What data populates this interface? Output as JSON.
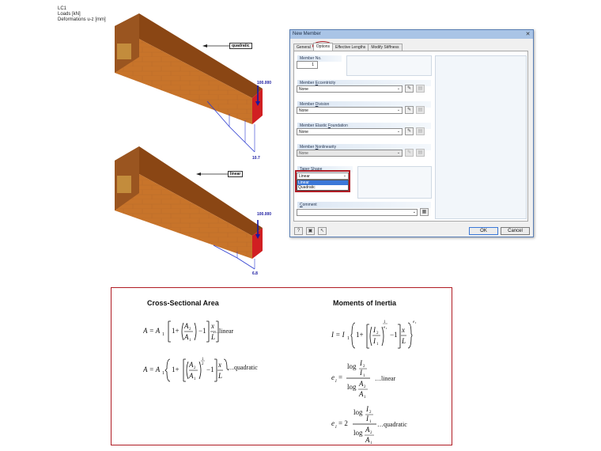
{
  "viewport": {
    "info_lines": [
      "LC1",
      "Loads [kN]",
      "Deformations u-z [mm]"
    ],
    "beam_top": {
      "label": "quadratic",
      "load_value": "100.000",
      "deformation_value": "10.7"
    },
    "beam_bottom": {
      "label": "linear",
      "load_value": "100.000",
      "deformation_value": "6.8"
    },
    "colors": {
      "beam": "#c8742a",
      "beam_dark": "#8a4614",
      "end_face": "#d11f22",
      "load_arrow": "#1a1aa0",
      "deformation": "#2a3ad0"
    }
  },
  "dialog": {
    "title": "New Member",
    "close_glyph": "✕",
    "tabs": [
      {
        "label": "General",
        "active": false
      },
      {
        "label": "Options",
        "active": true
      },
      {
        "label": "Effective Lengths",
        "active": false
      },
      {
        "label": "Modify Stiffness",
        "active": false
      }
    ],
    "member_no": {
      "label": "Member No.",
      "value": "1"
    },
    "eccentricity": {
      "label_pre": "Member ",
      "label_key": "E",
      "label_post": "ccentricity",
      "value": "None"
    },
    "division": {
      "label_pre": "Member ",
      "label_key": "D",
      "label_post": "ivision",
      "value": "None"
    },
    "elastic_foundation": {
      "label_pre": "Member Elastic ",
      "label_key": "F",
      "label_post": "oundation",
      "value": "None"
    },
    "nonlinearity": {
      "label_pre": "Member ",
      "label_key": "N",
      "label_post": "onlinearity",
      "value": "None"
    },
    "taper_shape": {
      "label_pre": "",
      "label_key": "T",
      "label_post": "aper Shape",
      "value": "Linear",
      "options": [
        "Linear",
        "Quadratic"
      ],
      "selected": "Linear"
    },
    "comment": {
      "label_pre": "",
      "label_key": "C",
      "label_post": "omment",
      "value": ""
    },
    "ok_label": "OK",
    "cancel_label": "Cancel",
    "highlight_color": "#b01c24"
  },
  "formulas": {
    "area_heading": "Cross-Sectional Area",
    "inertia_heading": "Moments of Inertia",
    "suffix_linear": "…linear",
    "suffix_quadratic": "…quadratic"
  }
}
